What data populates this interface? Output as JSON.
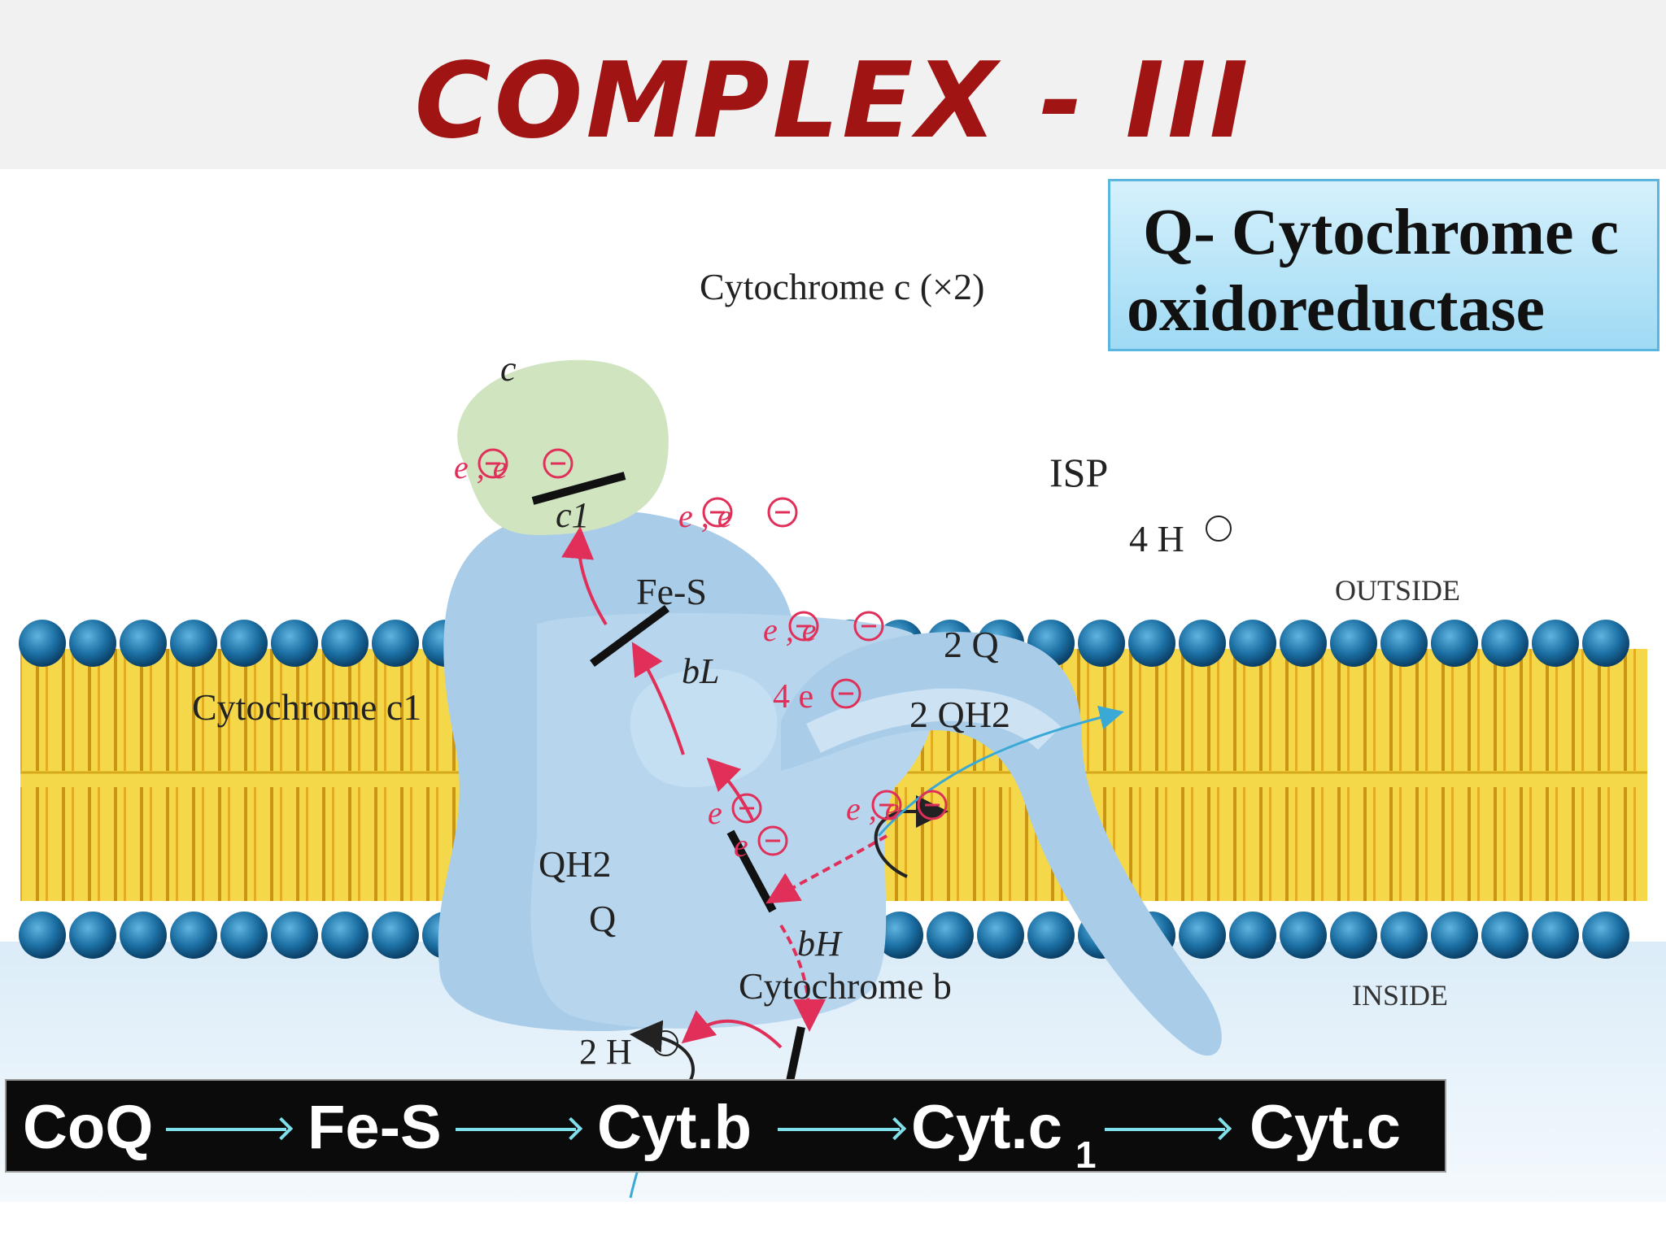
{
  "title": "COMPLEX - III",
  "name_box": {
    "line1": "Q- Cytochrome c",
    "line2": "oxidoreductase"
  },
  "diagram_labels": {
    "cyt_c": "Cytochrome c (×2)",
    "c": "c",
    "c1": "c1",
    "fe_s": "Fe-S",
    "isp": "ISP",
    "four_h": "4 H",
    "outside": "OUTSIDE",
    "inside": "INSIDE",
    "cyt_c1": "Cytochrome c1",
    "bL": "bL",
    "bH": "bH",
    "two_q": "2 Q",
    "two_qh2": "2 QH2",
    "four_e": "4 e",
    "qh2": "QH2",
    "q": "Q",
    "cyt_b": "Cytochrome b",
    "two_h": "2 H",
    "e_pair": "e , e",
    "e_single": "e"
  },
  "pathway": [
    "CoQ",
    "Fe-S",
    "Cyt.b",
    "Cyt.c",
    "Cyt.c"
  ],
  "pathway_subscript": "1",
  "colors": {
    "title": "#a01414",
    "membrane_tail": "#f2cf2a",
    "head": "#1e6fa0",
    "protein": "#a9cde9",
    "cyt_c": "#cfe4bf",
    "electron": "#e0305a",
    "proton_arrow": "#3aa9d6"
  }
}
